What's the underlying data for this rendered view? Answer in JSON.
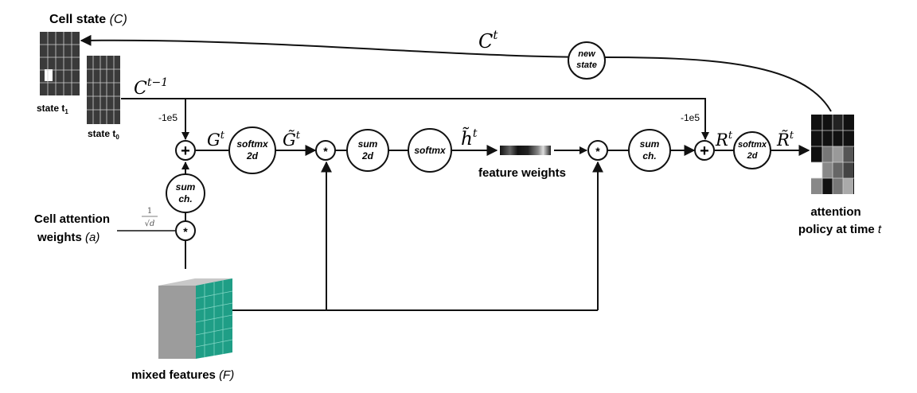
{
  "cell_state_title": "Cell state",
  "cell_state_symbol": "(C)",
  "state_t1_label": "state t",
  "state_t1_sub": "1",
  "state_t0_label": "state t",
  "state_t0_sub": "0",
  "c_t_label": "C",
  "c_t_sup": "t",
  "c_tm1_label": "C",
  "c_tm1_sup": "t−1",
  "new_state_line1": "new",
  "new_state_line2": "state",
  "neg_1e5_left": "-1e5",
  "neg_1e5_right": "-1e5",
  "g_label": "G",
  "g_sup": "t",
  "g_tilde_label": "G̃",
  "g_tilde_sup": "t",
  "h_tilde_label": "h̃",
  "h_tilde_sup": "t",
  "r_label": "R",
  "r_sup": "t",
  "r_tilde_label": "R̃",
  "r_tilde_sup": "t",
  "softmx2d_line1": "softmx",
  "softmx2d_line2": "2d",
  "sum2d_line1": "sum",
  "sum2d_line2": "2d",
  "softmx_label": "softmx",
  "sumch_line1": "sum",
  "sumch_line2": "ch.",
  "plus_symbol": "+",
  "mult_symbol": "*",
  "feature_weights_label": "feature weights",
  "cell_attention_line1": "Cell attention",
  "cell_attention_line2": "weights",
  "cell_attention_symbol": "(a)",
  "scale_numerator": "1",
  "scale_denominator": "√d",
  "mixed_features_label": "mixed features",
  "mixed_features_symbol": "(F)",
  "attention_policy_line1": "attention",
  "attention_policy_line2": "policy at time",
  "attention_policy_symbol": "t",
  "colors": {
    "ink": "#111111",
    "grid_dark": "#3a3a3a",
    "grid_line": "#d0d0d0",
    "feature_teal": "#1f9e86",
    "feature_gray": "#9c9c9c"
  }
}
